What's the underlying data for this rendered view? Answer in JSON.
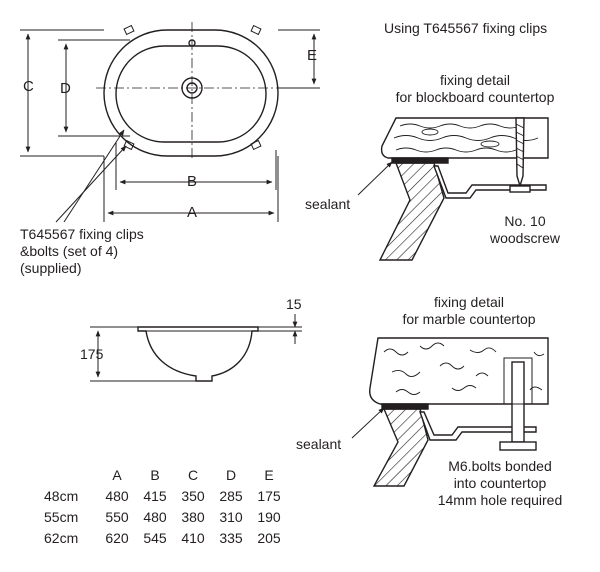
{
  "header_note": "Using T645567 fixing clips",
  "top_view": {
    "dims": {
      "a": "A",
      "b": "B",
      "c": "C",
      "d": "D",
      "e": "E"
    },
    "clips_label": [
      "T645567 fixing clips",
      "&bolts (set of 4)",
      "(supplied)"
    ]
  },
  "side_view": {
    "height": "175",
    "rim": "15"
  },
  "blockboard_detail": {
    "title": [
      "fixing detail",
      "for blockboard countertop"
    ],
    "sealant": "sealant",
    "screw": [
      "No. 10",
      "woodscrew"
    ]
  },
  "marble_detail": {
    "title": [
      "fixing detail",
      "for marble countertop"
    ],
    "sealant": "sealant",
    "bolts": [
      "M6.bolts bonded",
      "into countertop",
      "14mm hole required"
    ]
  },
  "table": {
    "columns": [
      "A",
      "B",
      "C",
      "D",
      "E"
    ],
    "rows": [
      {
        "size": "48cm",
        "values": [
          "480",
          "415",
          "350",
          "285",
          "175"
        ]
      },
      {
        "size": "55cm",
        "values": [
          "550",
          "480",
          "380",
          "310",
          "190"
        ]
      },
      {
        "size": "62cm",
        "values": [
          "620",
          "545",
          "410",
          "335",
          "205"
        ]
      }
    ]
  },
  "colors": {
    "line": "#231f20",
    "background": "#ffffff"
  }
}
